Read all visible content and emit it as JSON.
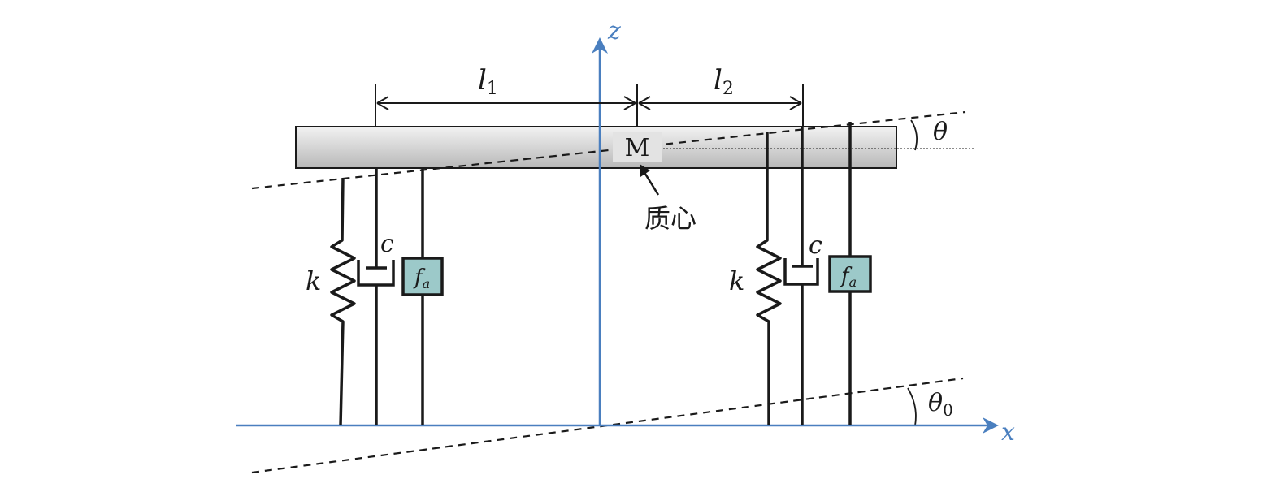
{
  "axes": {
    "z_label": "z",
    "x_label": "x"
  },
  "dimensions": {
    "l1_base": "l",
    "l1_sub": "1",
    "l2_base": "l",
    "l2_sub": "2"
  },
  "angles": {
    "body_angle": "θ",
    "ground_angle_base": "θ",
    "ground_angle_sub": "0"
  },
  "mass": {
    "label": "M",
    "center_of_mass_label": "质心"
  },
  "left_suspension": {
    "spring_label": "k",
    "damper_label": "c",
    "actuator_base": "f",
    "actuator_sub": "a"
  },
  "right_suspension": {
    "spring_label": "k",
    "damper_label": "c",
    "actuator_base": "f",
    "actuator_sub": "a"
  },
  "colors": {
    "axis": "#4a7fbf",
    "lines": "#1a1a1a",
    "actuator_fill": "#9cc9c9",
    "body_fill_top": "#f2f2f2",
    "body_fill_bottom": "#b8b8b8"
  }
}
